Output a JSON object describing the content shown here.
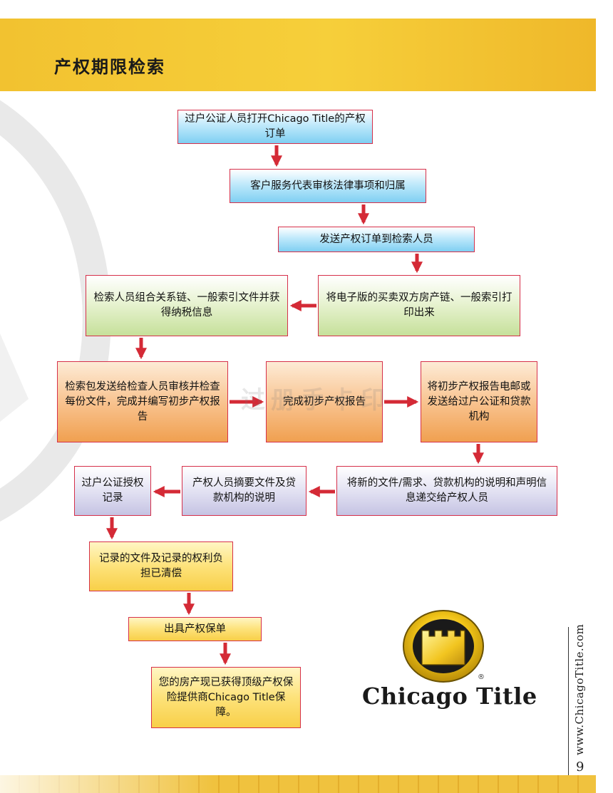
{
  "page": {
    "title": "产权期限检索",
    "watermark": "过册手卡印",
    "side_url": "www.ChicagoTitle.com",
    "page_number": "9"
  },
  "logo": {
    "text": "Chicago Title",
    "registered_mark": "®"
  },
  "flow": {
    "step1": "过户公证人员打开Chicago Title的产权订单",
    "step2": "客户服务代表审核法律事项和归属",
    "step3": "发送产权订单到检索人员",
    "step4": "将电子版的买卖双方房产链、一般索引打印出来",
    "step5": "检索人员组合关系链、一般索引文件并获得纳税信息",
    "step6": "检索包发送给检查人员审核并检查每份文件，完成并编写初步产权报告",
    "step7": "完成初步产权报告",
    "step8": "将初步产权报告电邮或发送给过户公证和贷款机构",
    "step9": "将新的文件/需求、贷款机构的说明和声明信息递交给产权人员",
    "step10": "产权人员摘要文件及贷款机构的说明",
    "step11": "过户公证授权记录",
    "step12": "记录的文件及记录的权利负担已清偿",
    "step13": "出具产权保单",
    "step14": "您的房产现已获得顶级产权保险提供商Chicago Title保障。"
  },
  "colors": {
    "header": "#f4c531",
    "arrow": "#d42a36",
    "blue_box": "#8fd5f4",
    "green_box": "#d8eab8",
    "orange_box": "#f4b070",
    "lavender_box": "#d6d5ec",
    "yellow_box": "#fbd95c"
  }
}
